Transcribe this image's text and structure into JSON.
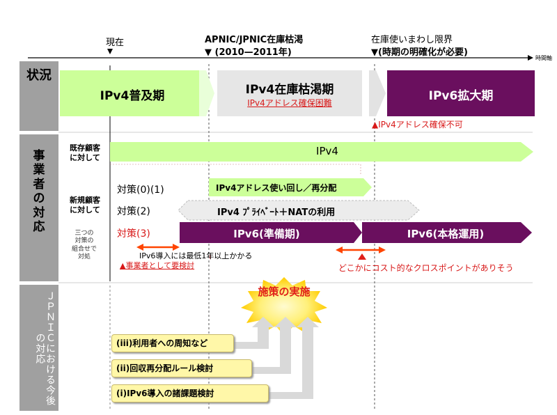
{
  "timeline": {
    "now": "現在",
    "apnic_line1": "APNIC/JPNIC在庫枯渇",
    "apnic_line2": "▼ (2010—2011年)",
    "limit_line1": "在庫使いまわし限界",
    "limit_line2": "▼(時期の明確化が必要)",
    "axis_label": "時間軸"
  },
  "rows": {
    "status": "状況",
    "business": "事業者の対応",
    "jpnic": "ＪＰＮＩＣにおける今後の対応"
  },
  "status": {
    "phase1": "IPv4普及期",
    "phase2": "IPv4在庫枯渇期",
    "phase2_sub": "IPv4アドレス確保困難",
    "phase3": "IPv6拡大期",
    "phase3_note": "▲IPv4アドレス確保不可"
  },
  "business": {
    "existing_label": "既存顧客\nに対して",
    "existing_bar": "IPv4",
    "new_label": "新規顧客\nに対して",
    "three_note": "三つの\n対策の\n組合せで\n対処",
    "measure01": "対策(0)(1)",
    "measure2": "対策(2)",
    "measure3": "対策(3)",
    "bar_reuse": "IPv4アドレス使い回し／再分配",
    "bar_private": "IPv4 ﾌﾟﾗｲﾍﾞｰﾄ＋NATの利用",
    "bar_ipv6_prep": "IPv6(準備期)",
    "bar_ipv6_full": "IPv6(本格運用)",
    "lead_time": "IPv6導入には最低1年以上かかる",
    "warn": "▲事業者として要検討",
    "crosspoint": "どこかにコスト的なクロスポイントがありそう"
  },
  "jpnic": {
    "burst": "施策の実施",
    "item3": "(iii)利用者への周知など",
    "item2": "(ii)回収再分配ルール検討",
    "item1": "(i)IPv6導入の諸課題検討"
  },
  "colors": {
    "green": "#ccff99",
    "gray": "#e6e6e6",
    "purple": "#6a0f5e",
    "red": "#e0201a",
    "orange": "#ff4400",
    "label_bg": "#a0a0a0"
  }
}
